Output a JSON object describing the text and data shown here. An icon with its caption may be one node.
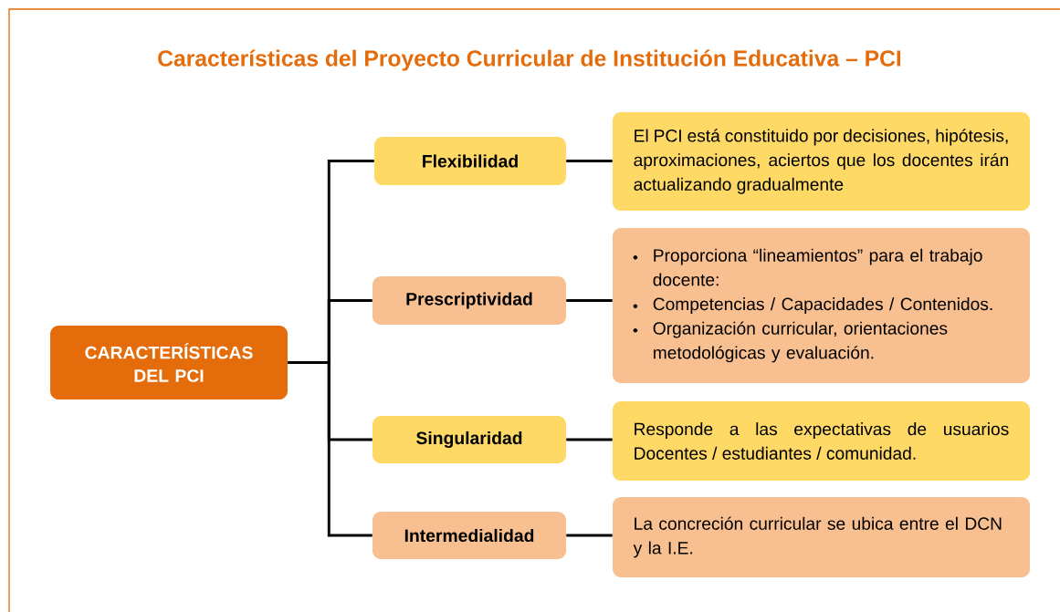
{
  "diagram": {
    "title": "Características del Proyecto Curricular de Institución Educativa – PCI",
    "nodes": [
      {
        "text": [
          "CARACTERÍSTICAS DEL PCI"
        ]
      },
      {
        "text": [
          "Flexibilidad"
        ]
      },
      {
        "text": [
          "El PCI está constituido por decisiones, hipótesis, aproximaciones, aciertos que los docentes irán actualizando gradualmente"
        ]
      },
      {
        "text": [
          "Prescriptividad"
        ]
      },
      {
        "text": [
          "Proporciona “lineamientos” para el trabajo docente:",
          "Competencias / Capacidades / Contenidos.",
          "Organización curricular, orientaciones metodológicas y evaluación."
        ]
      },
      {
        "text": [
          "Singularidad"
        ]
      },
      {
        "text": [
          "Responde a las expectativas de usuarios Docentes / estudiantes / comunidad."
        ]
      },
      {
        "text": [
          "Intermedialidad"
        ]
      },
      {
        "text": [
          "La concreción curricular se ubica entre el DCN y la I.E."
        ]
      }
    ],
    "edges": [
      {
        "from": 0,
        "to": 1,
        "arrow": "none"
      },
      {
        "from": 0,
        "to": 3,
        "arrow": "none"
      },
      {
        "from": 0,
        "to": 5,
        "arrow": "none"
      },
      {
        "from": 0,
        "to": 7,
        "arrow": "none"
      },
      {
        "from": 1,
        "to": 2,
        "arrow": "none"
      },
      {
        "from": 3,
        "to": 4,
        "arrow": "none"
      },
      {
        "from": 5,
        "to": 6,
        "arrow": "none"
      },
      {
        "from": 7,
        "to": 8,
        "arrow": "none"
      }
    ]
  }
}
